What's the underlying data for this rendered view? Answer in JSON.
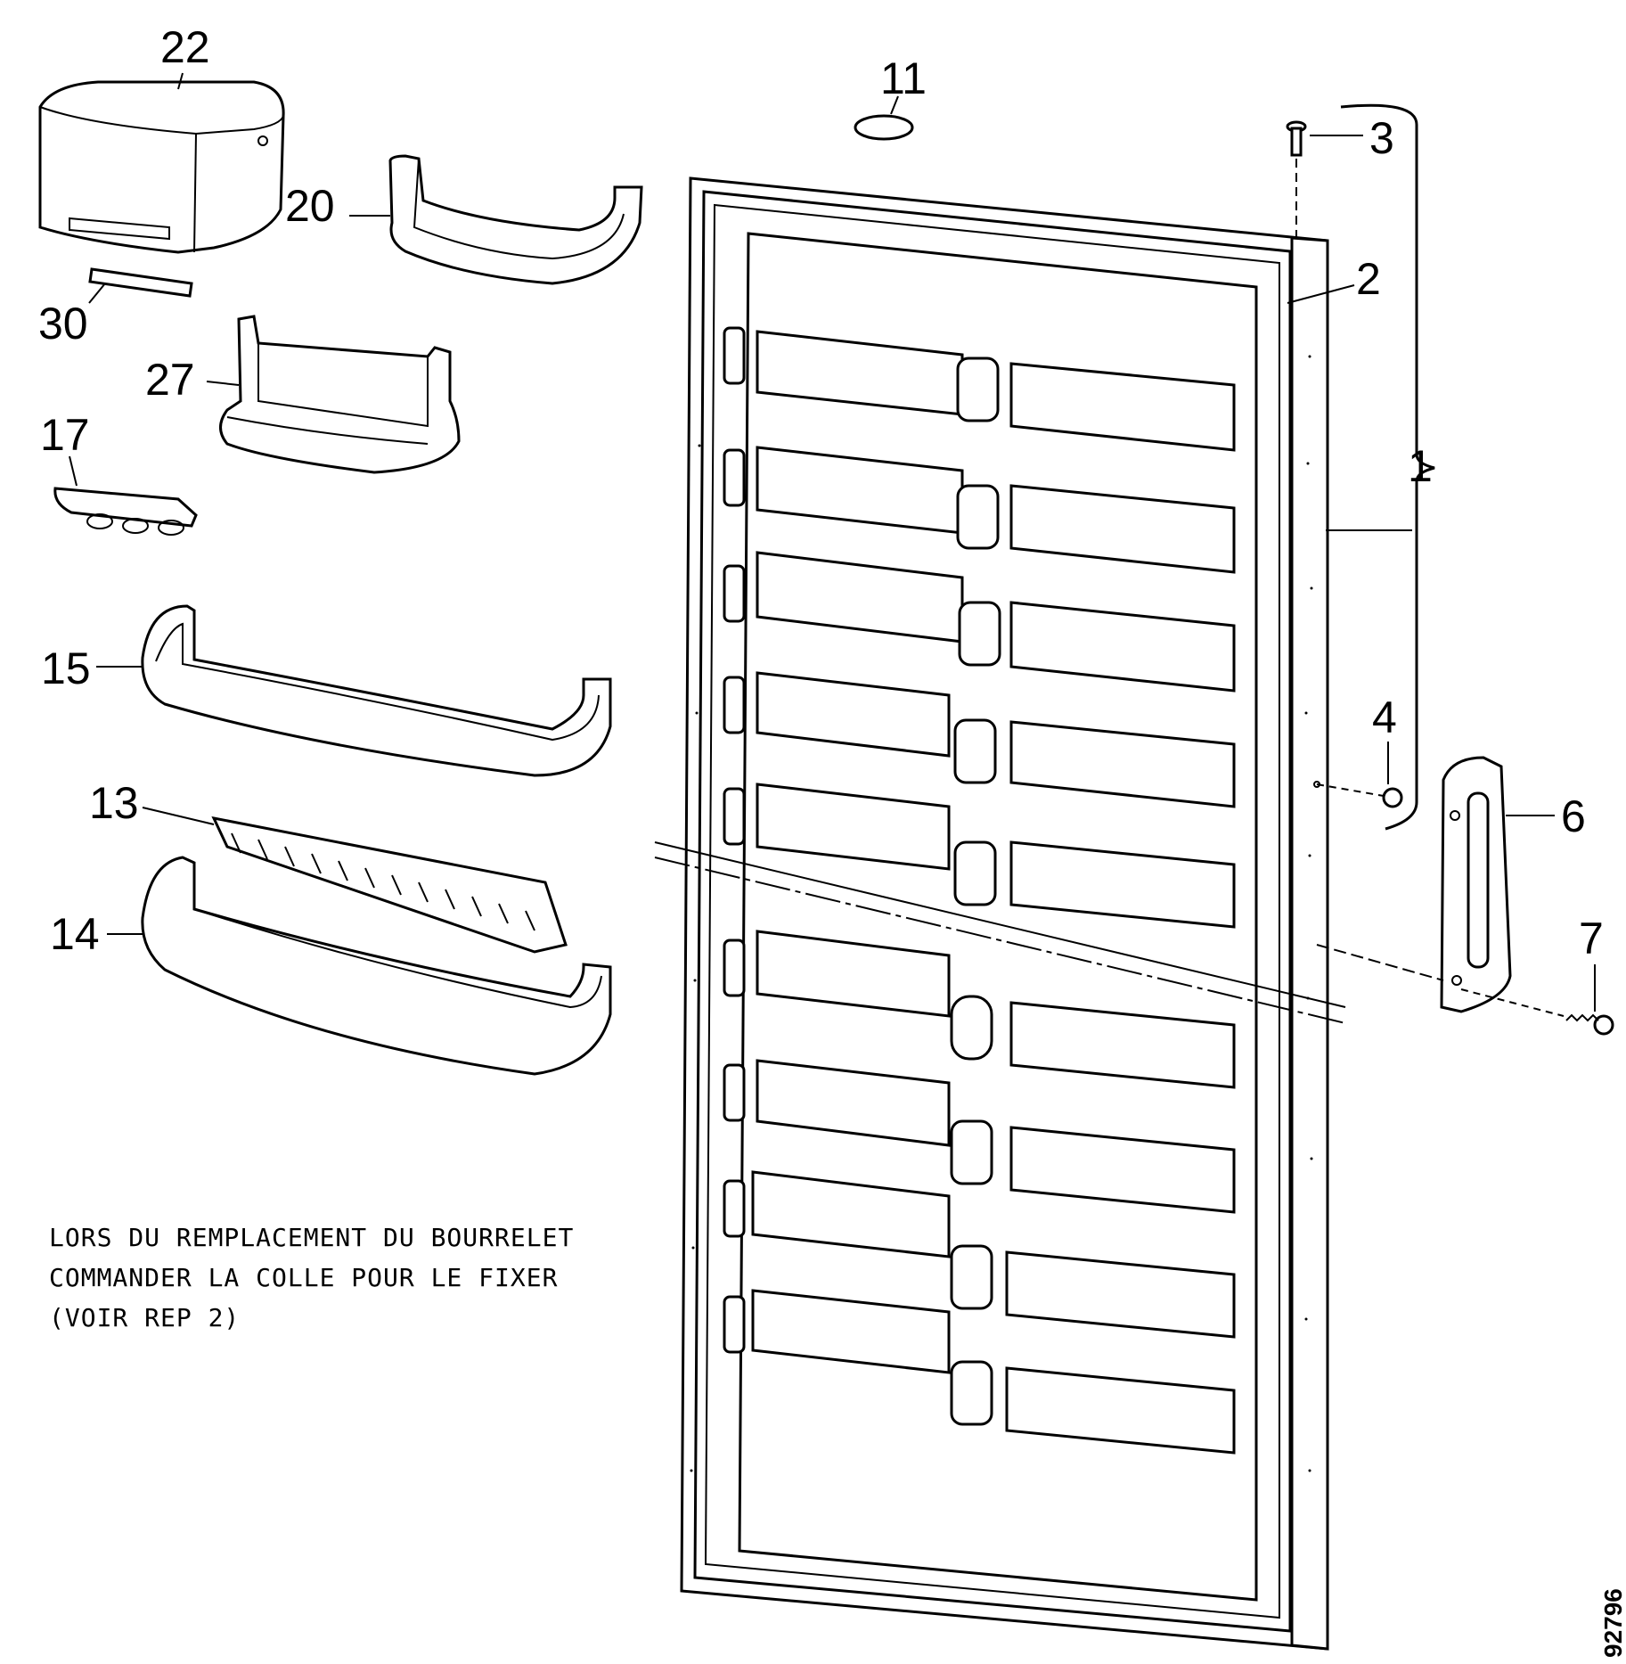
{
  "diagram": {
    "labels": {
      "p1": "1",
      "p2": "2",
      "p3": "3",
      "p4": "4",
      "p6": "6",
      "p7": "7",
      "p11": "11",
      "p13": "13",
      "p14": "14",
      "p15": "15",
      "p17": "17",
      "p20": "20",
      "p22": "22",
      "p27": "27",
      "p30": "30"
    },
    "note": {
      "line1": "LORS DU REMPLACEMENT DU BOURRELET",
      "line2": "COMMANDER LA COLLE POUR LE FIXER",
      "line3": "(VOIR REP 2)"
    },
    "drawing_number": "92796"
  }
}
